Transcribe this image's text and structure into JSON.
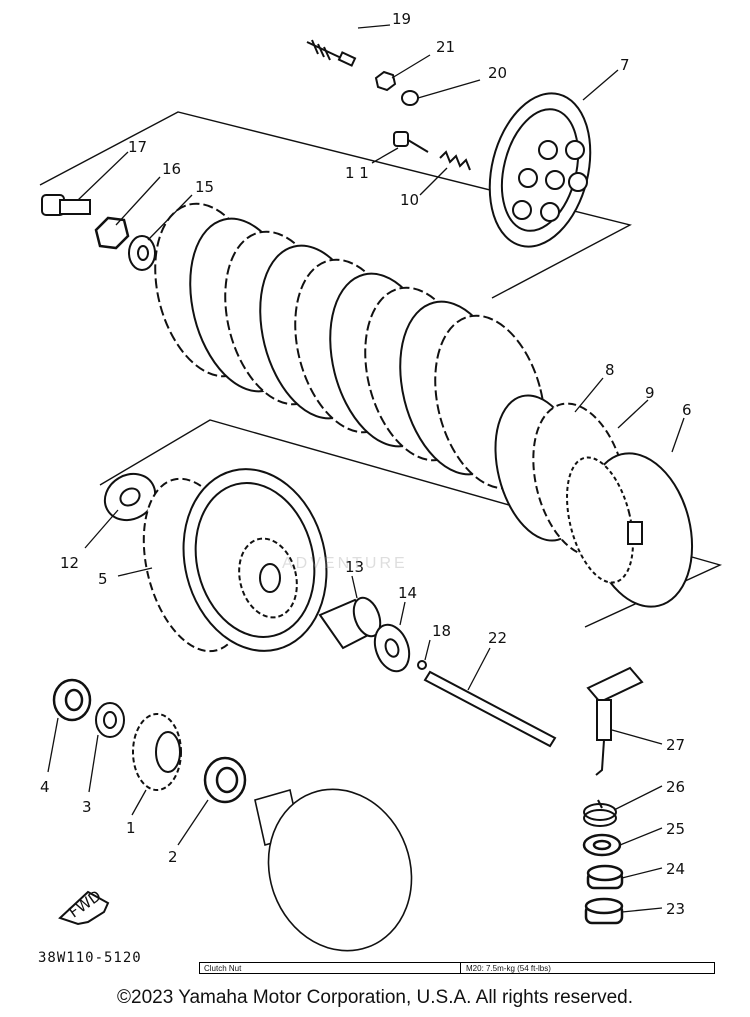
{
  "diagram": {
    "code": "38W110-5120",
    "torque": {
      "part": "Clutch Nut",
      "spec": "M20: 7.5m-kg (54 ft-lbs)"
    },
    "watermark": "ADVENTURE",
    "copyright": "©2023 Yamaha Motor Corporation, U.S.A. All rights reserved.",
    "callouts": {
      "n1": "1",
      "n2": "2",
      "n3": "3",
      "n4": "4",
      "n5": "5",
      "n6": "6",
      "n7": "7",
      "n8": "8",
      "n9": "9",
      "n10": "10",
      "n11": "1 1",
      "n12": "12",
      "n13": "13",
      "n14": "14",
      "n15": "15",
      "n16": "16",
      "n17": "17",
      "n18": "18",
      "n19": "19",
      "n20": "20",
      "n21": "21",
      "n22": "22",
      "n23": "23",
      "n24": "24",
      "n25": "25",
      "n26": "26",
      "n27": "27"
    },
    "fwd": "FWD"
  }
}
